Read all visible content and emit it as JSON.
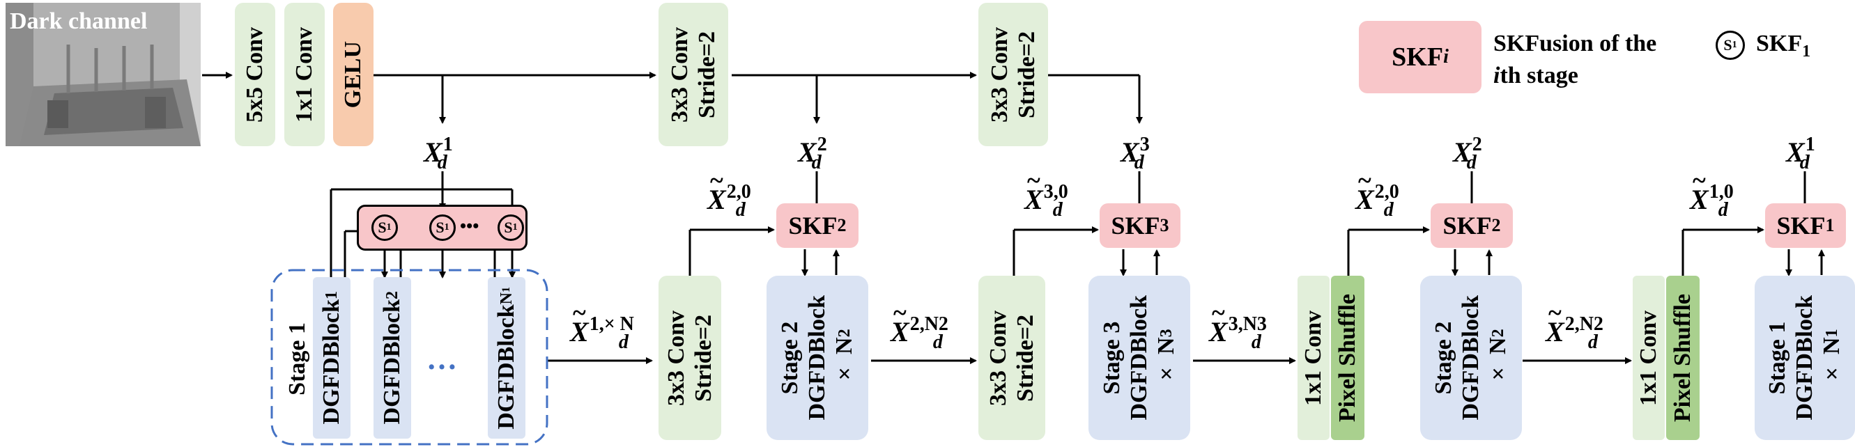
{
  "image": {
    "label": "Dark channel"
  },
  "encoder": {
    "conv5": "5x5 Conv",
    "conv1": "1x1 Conv",
    "gelu": "GELU",
    "down_conv_line1": "3x3 Conv",
    "down_conv_line2": "Stride=2"
  },
  "stages": {
    "stage1_title": "Stage 1",
    "block1": "DGFDBlock",
    "block1_sub": "1",
    "block2": "DGFDBlock",
    "block2_sub": "2",
    "blockN": "DGFDBlock",
    "blockN_sub": "N",
    "blockN_subsub": "1",
    "ellipsis": "…",
    "stage2_title": "Stage 2",
    "stage3_title": "Stage 3",
    "stage1_dec_title": "Stage 1",
    "dgfd": "DGFDBlock",
    "times": "× N",
    "n1": "1",
    "n2": "2",
    "n3": "3"
  },
  "decoder": {
    "conv1": "1x1 Conv",
    "pixel_shuffle": "Pixel Shuffle"
  },
  "skf": {
    "name": "SKF",
    "sub1": "1",
    "sub2": "2",
    "sub3": "3",
    "circle_s": "S",
    "circle_sub": "1",
    "dots": "•••"
  },
  "variables": {
    "X": "X",
    "d": "d"
  },
  "legend": {
    "box_text": "SKF",
    "box_sub": "i",
    "desc_line1": "SKFusion of the",
    "desc_line2_italic": "i",
    "desc_line2_rest": "th stage",
    "circle_desc": "SKF",
    "circle_desc_sub": "1"
  },
  "colors": {
    "green_light": "#e2efda",
    "green_dark": "#a9d08e",
    "orange": "#f8cbad",
    "pink": "#f8c6c9",
    "blue": "#dae3f3",
    "dashed_border": "#4472c4"
  }
}
